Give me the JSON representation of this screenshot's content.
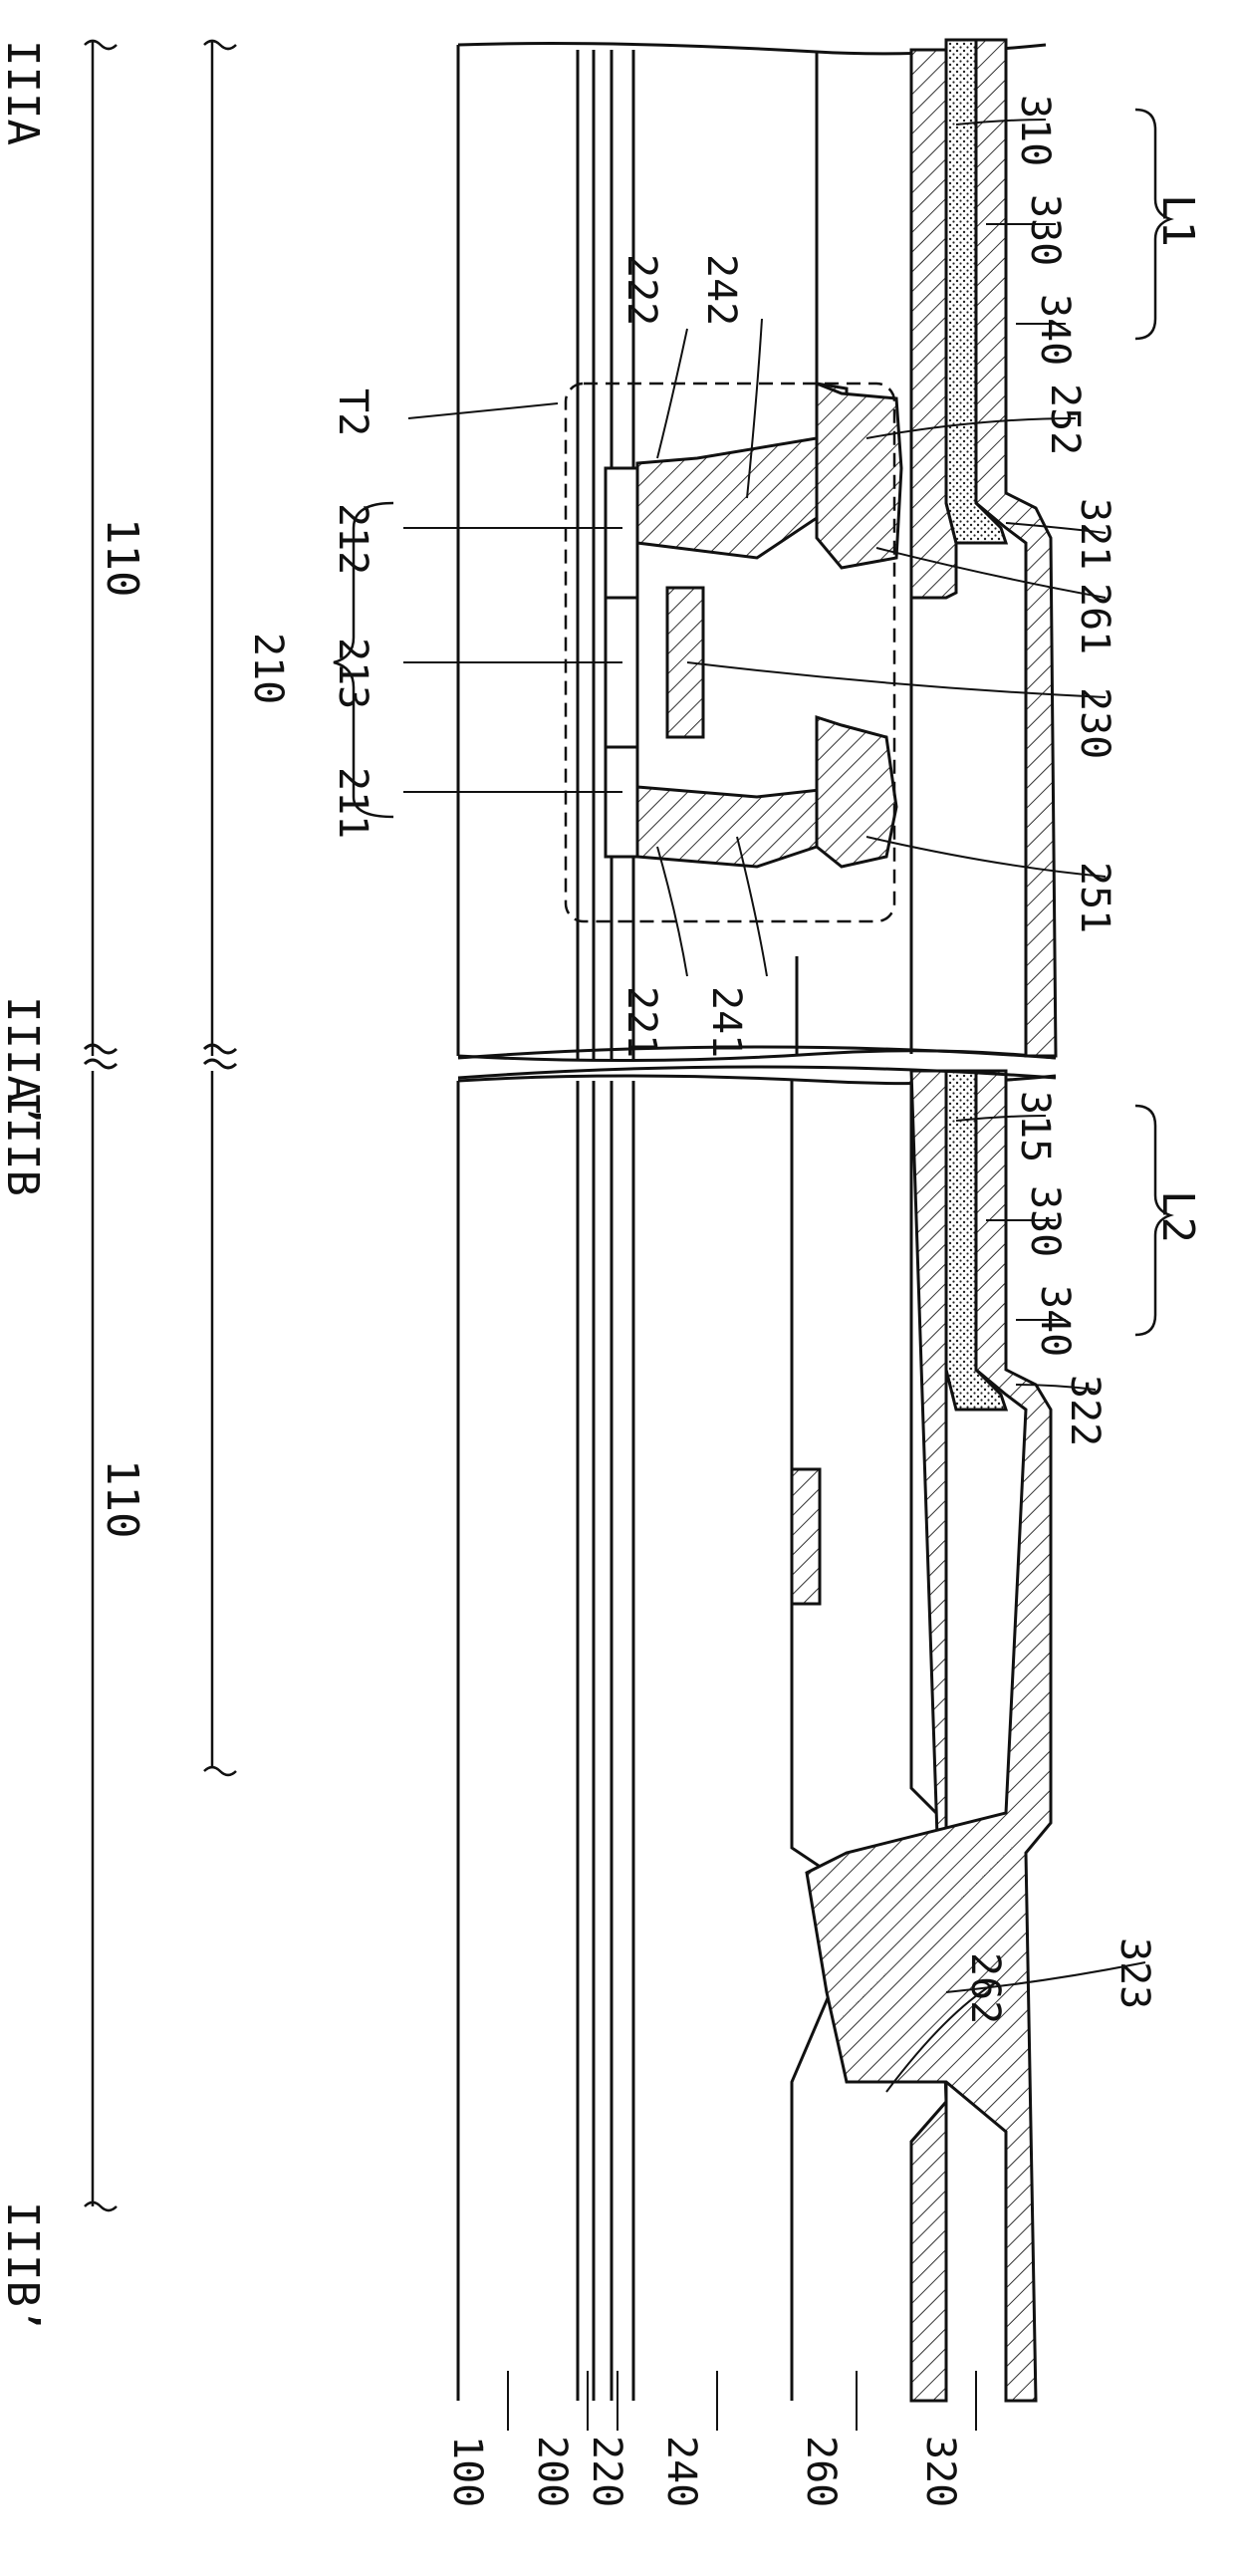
{
  "figure": {
    "sections": {
      "a_start": "IIIA",
      "a_end": "IIIA’",
      "b_start": "IIIB",
      "b_end": "IIIB’"
    },
    "region_labels": {
      "region_a": "110",
      "region_b": "110"
    },
    "transistor": {
      "label": "T2",
      "semiconductor_group": "210",
      "drain": "212",
      "channel": "213",
      "source": "211",
      "contact_222": "222",
      "contact_221": "221",
      "via_242": "242",
      "via_241": "241",
      "electrode_252": "252",
      "electrode_251": "251",
      "gate": "230",
      "opening_261": "261"
    },
    "stack_L1": {
      "label": "L1",
      "layers": [
        "310",
        "330",
        "340"
      ]
    },
    "stack_L2": {
      "label": "L2",
      "layers": [
        "315",
        "330",
        "340"
      ]
    },
    "edge_labels": {
      "e321": "321",
      "e322": "322",
      "e323": "323",
      "e262": "262"
    },
    "bottom_layers": [
      "100",
      "200",
      "220",
      "240",
      "260",
      "320"
    ]
  }
}
